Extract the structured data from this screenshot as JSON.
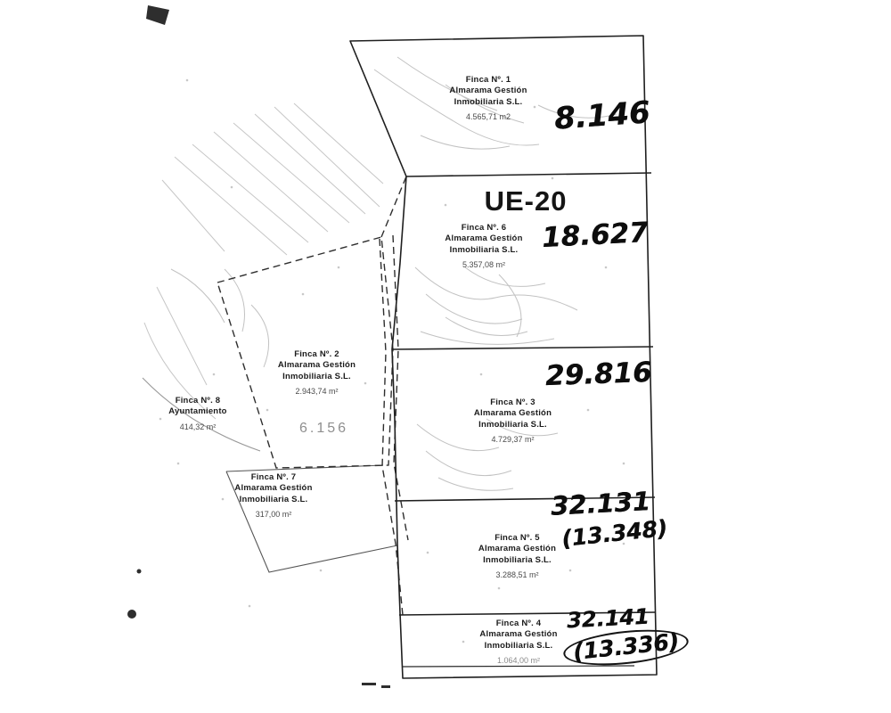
{
  "document": {
    "type_label": "UE-20",
    "faint_value": "6.156"
  },
  "parcels": [
    {
      "id": "finca-1",
      "title": "Finca Nº. 1",
      "owner_line1": "Almarama Gestión",
      "owner_line2": "Inmobiliaria S.L.",
      "area": "4.565,71 m2"
    },
    {
      "id": "finca-6",
      "title": "Finca Nº. 6",
      "owner_line1": "Almarama Gestión",
      "owner_line2": "Inmobiliaria S.L.",
      "area": "5.357,08 m²"
    },
    {
      "id": "finca-3",
      "title": "Finca Nº. 3",
      "owner_line1": "Almarama Gestión",
      "owner_line2": "Inmobiliaria S.L.",
      "area": "4.729,37 m²"
    },
    {
      "id": "finca-2",
      "title": "Finca Nº. 2",
      "owner_line1": "Almarama Gestión",
      "owner_line2": "Inmobiliaria S.L.",
      "area": "2.943,74 m²"
    },
    {
      "id": "finca-8",
      "title": "Finca Nº. 8",
      "owner_line1": "Ayuntamiento",
      "owner_line2": "",
      "area": "414,32 m²"
    },
    {
      "id": "finca-7",
      "title": "Finca Nº. 7",
      "owner_line1": "Almarama Gestión",
      "owner_line2": "Inmobiliaria S.L.",
      "area": "317,00 m²"
    },
    {
      "id": "finca-5",
      "title": "Finca Nº. 5",
      "owner_line1": "Almarama Gestión",
      "owner_line2": "Inmobiliaria S.L.",
      "area": "3.288,51 m²"
    },
    {
      "id": "finca-4",
      "title": "Finca Nº. 4",
      "owner_line1": "Almarama Gestión",
      "owner_line2": "Inmobiliaria S.L.",
      "area": "1.064,00 m²"
    }
  ],
  "handwritten": [
    {
      "id": "hw-8146",
      "text": "8.146"
    },
    {
      "id": "hw-18627",
      "text": "18.627"
    },
    {
      "id": "hw-29816",
      "text": "29.816"
    },
    {
      "id": "hw-32131",
      "text": "32.131"
    },
    {
      "id": "hw-13348",
      "text": "(13.348)"
    },
    {
      "id": "hw-32141",
      "text": "32.141"
    },
    {
      "id": "hw-13336",
      "text": "(13.336)"
    }
  ]
}
